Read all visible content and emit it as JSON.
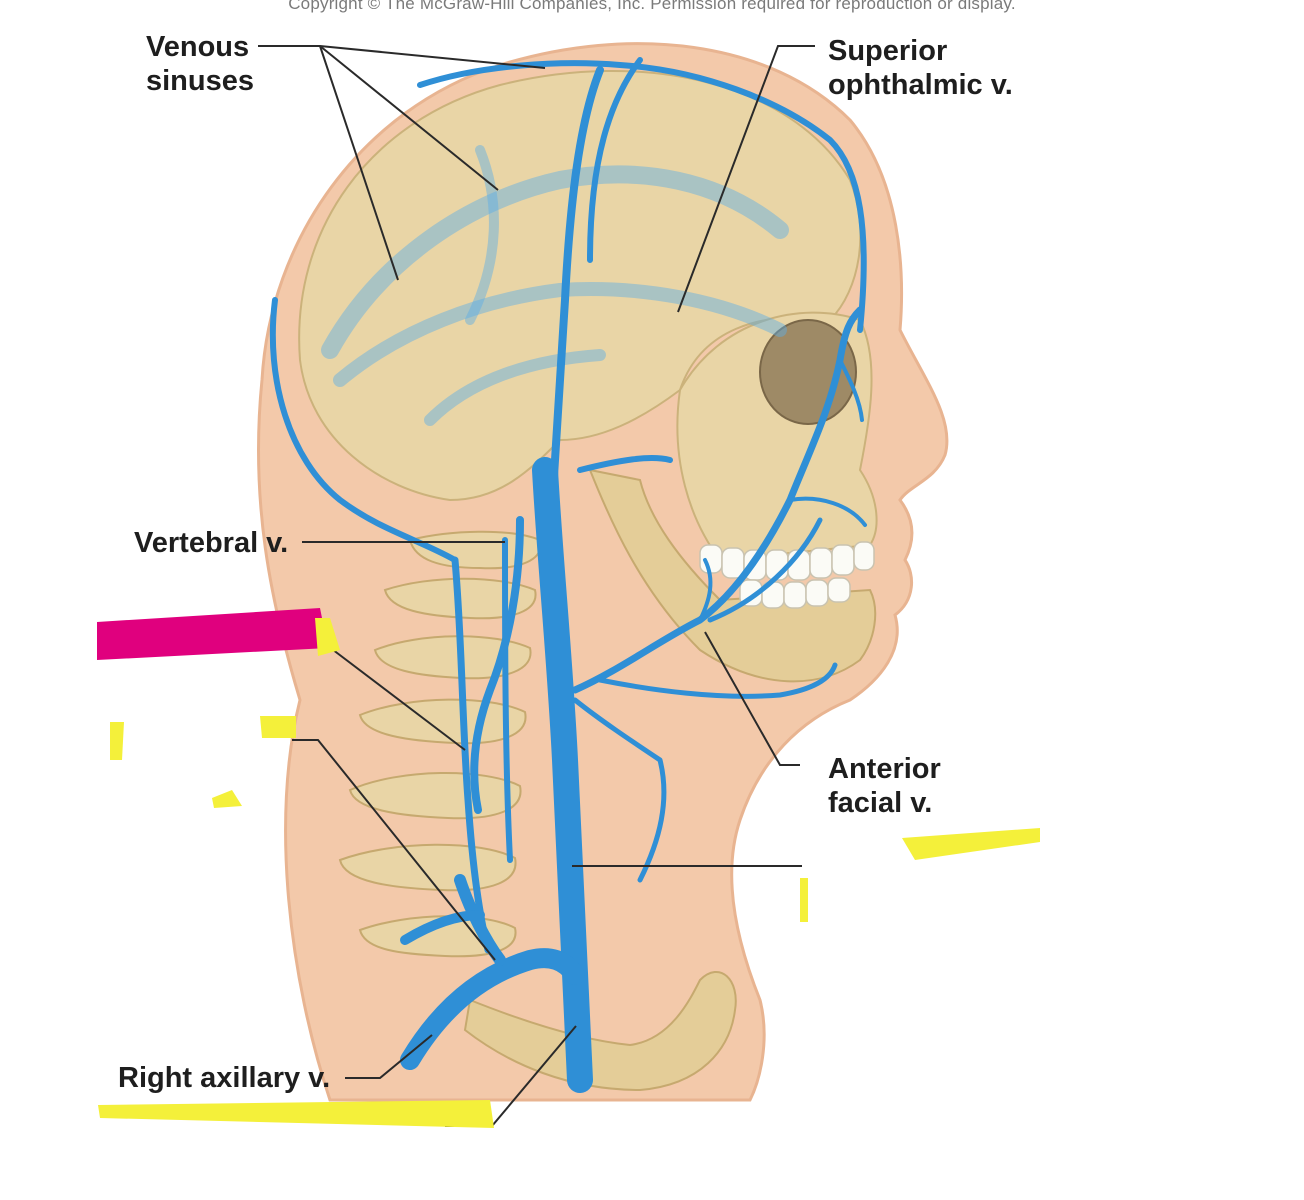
{
  "copyright": "Copyright © The McGraw-Hill Companies, Inc. Permission required for reproduction or display.",
  "labels": {
    "venous_sinuses": [
      "Venous",
      "sinuses"
    ],
    "superior_ophthalmic": [
      "Superior",
      "ophthalmic v."
    ],
    "vertebral": "Vertebral v.",
    "anterior_facial": [
      "Anterior",
      "facial v."
    ],
    "right_axillary": "Right axillary v."
  },
  "colors": {
    "skin": "#f3c9aa",
    "bone": "#e9d5a6",
    "vein": "#2f8fd6",
    "highlight_magenta": "#e0007e",
    "highlight_yellow": "#f4f03a"
  }
}
